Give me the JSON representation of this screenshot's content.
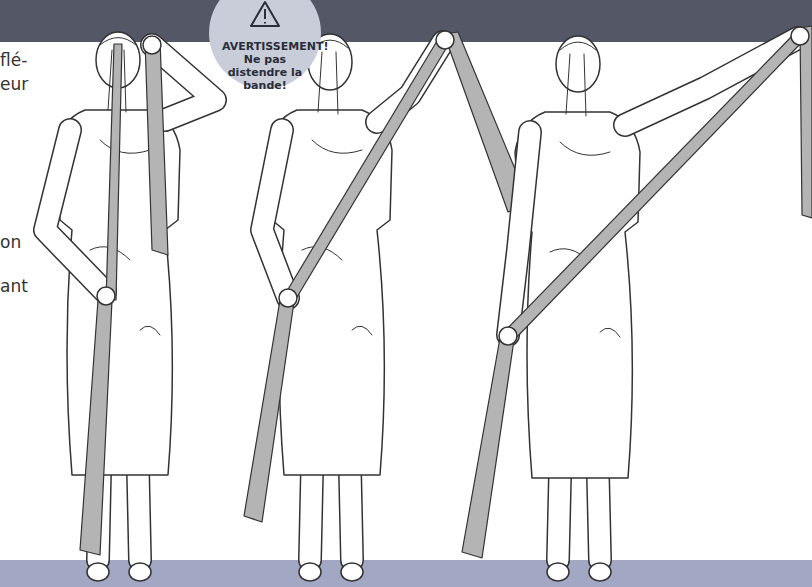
{
  "diagram": {
    "nodes": [
      {
        "text": [
          "AVERTISSEMENT!",
          "Ne pas distendre la bande!"
        ]
      }
    ],
    "labels": [
      "flé-",
      "eur",
      "on",
      "ant"
    ]
  }
}
